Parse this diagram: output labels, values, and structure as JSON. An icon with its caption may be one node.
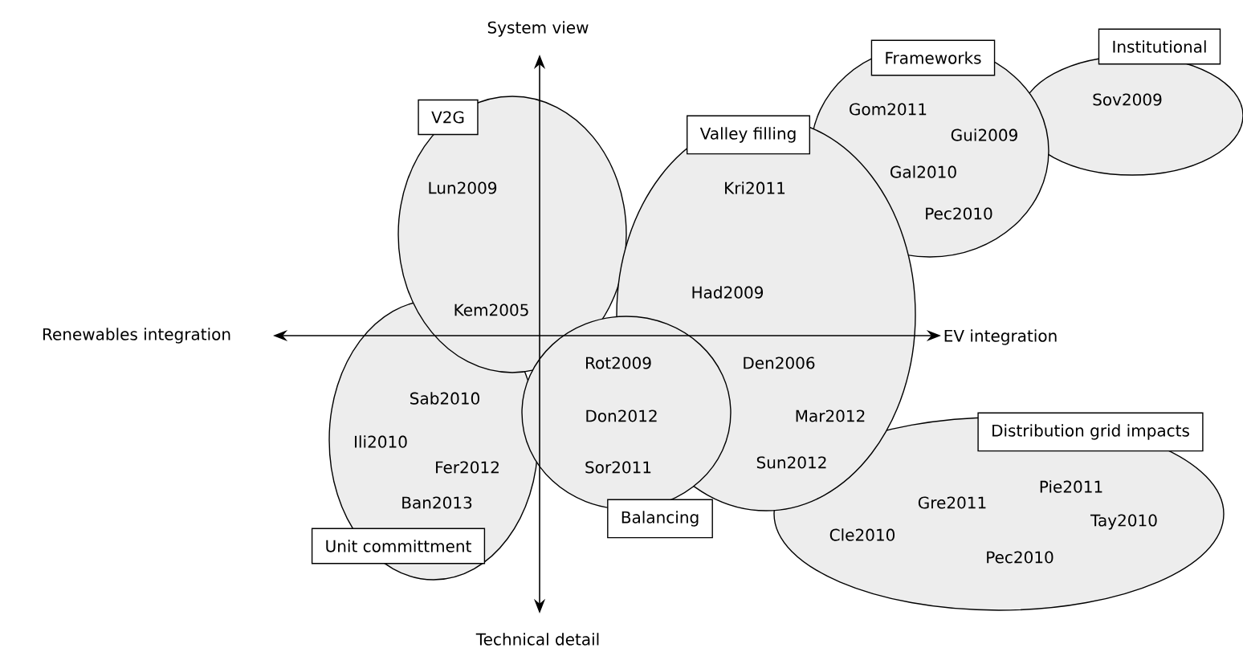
{
  "diagram": {
    "nodes": [
      {
        "text": [
          "V2G",
          "Lun2009",
          "Kem2005"
        ]
      },
      {
        "text": [
          "Frameworks",
          "Gom2011",
          "Gui2009",
          "Gal2010",
          "Pec2010"
        ]
      },
      {
        "text": [
          "Institutional",
          "Sov2009"
        ]
      },
      {
        "text": [
          "Valley filling",
          "Kri2011",
          "Had2009",
          "Den2006",
          "Mar2012",
          "Sun2012"
        ]
      },
      {
        "text": [
          "Sab2010",
          "Ili2010",
          "Fer2012",
          "Ban2013",
          "Unit committment"
        ]
      },
      {
        "text": [
          "Rot2009",
          "Don2012",
          "Sor2011",
          "Balancing"
        ]
      },
      {
        "text": [
          "Distribution grid impacts",
          "Pie2011",
          "Gre2011",
          "Cle2010",
          "Tay2010",
          "Pec2010"
        ]
      }
    ],
    "labels": [
      "System view",
      "Renewables integration",
      "EV integration",
      "Technical detail"
    ]
  }
}
